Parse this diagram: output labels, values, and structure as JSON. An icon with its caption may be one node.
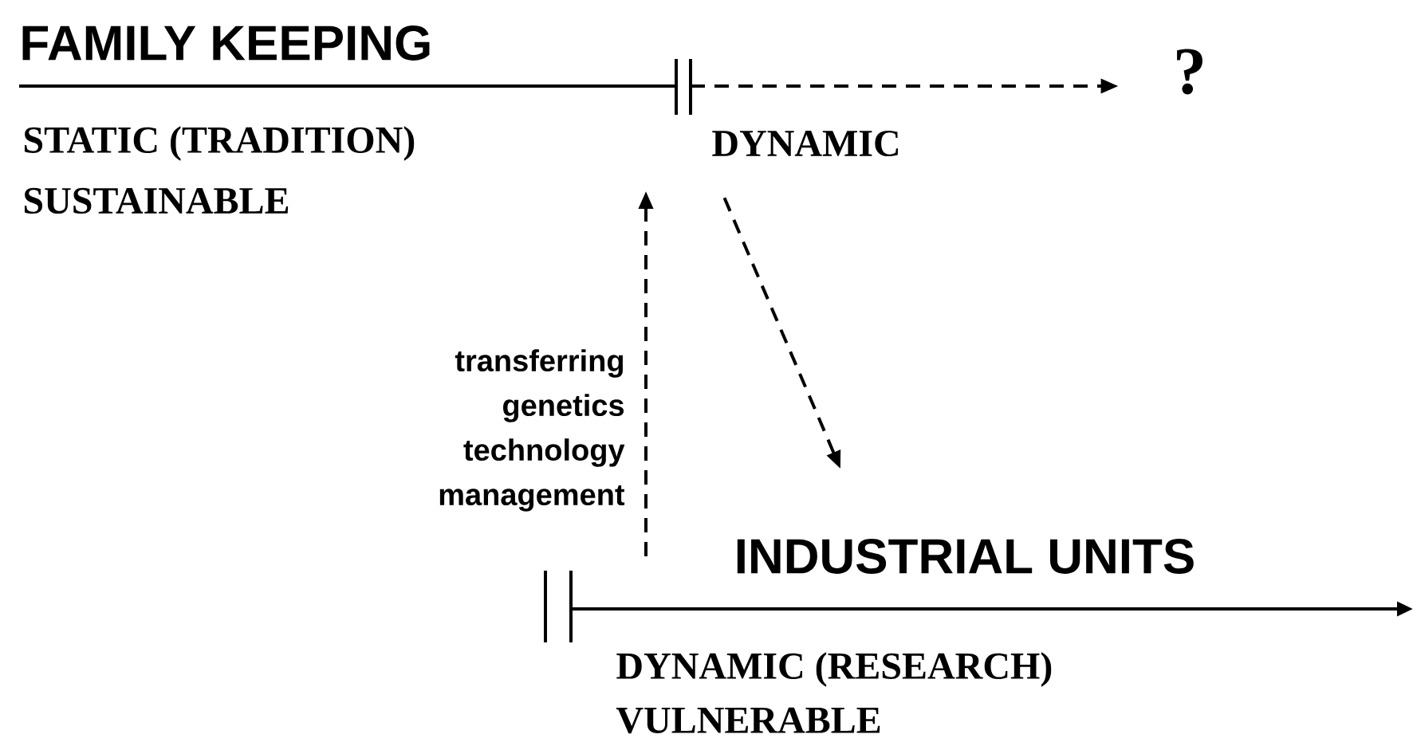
{
  "diagram": {
    "nodes": [
      {
        "text": [
          "FAMILY KEEPING"
        ]
      },
      {
        "text": [
          "DYNAMIC"
        ]
      },
      {
        "text": [
          "?"
        ]
      },
      {
        "text": [
          "INDUSTRIAL UNITS"
        ]
      }
    ],
    "edges": [
      {
        "from": null,
        "to": 2,
        "arrow": "to",
        "style": "dashed"
      },
      {
        "from": 3,
        "to": null,
        "arrow": "to",
        "style": "dashed",
        "label": "transferring genetics technology management"
      },
      {
        "from": 1,
        "to": null,
        "arrow": "to",
        "style": "dashed"
      }
    ],
    "labels": [
      "STATIC (TRADITION)",
      "SUSTAINABLE",
      "DYNAMIC (RESEARCH)",
      "VULNERABLE"
    ]
  }
}
